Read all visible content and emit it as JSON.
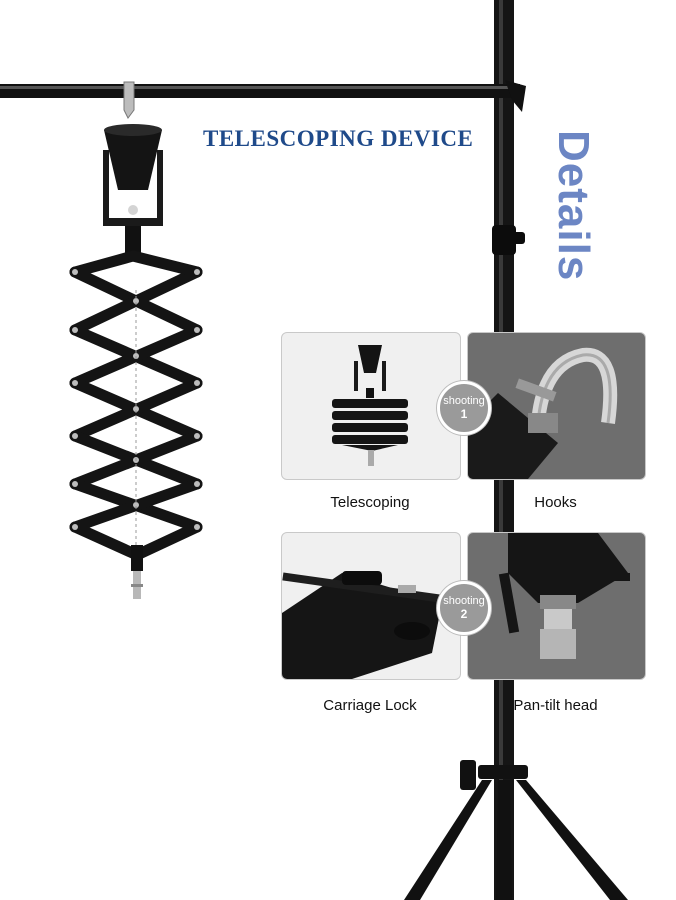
{
  "headline": "TELESCOPING DEVICE",
  "side_title": "Details",
  "cards": [
    {
      "caption": "Telescoping",
      "badge": null
    },
    {
      "caption": "Hooks",
      "badge": {
        "label": "shooting",
        "number": "1"
      }
    },
    {
      "caption": "Carriage Lock",
      "badge": null
    },
    {
      "caption": "Pan-tilt head",
      "badge": {
        "label": "shooting",
        "number": "2"
      }
    }
  ],
  "colors": {
    "headline": "#1f4a8a",
    "side_title": "#6c86c4",
    "badge": "#9a9a9a",
    "dark_card": "#6e6e6e"
  }
}
